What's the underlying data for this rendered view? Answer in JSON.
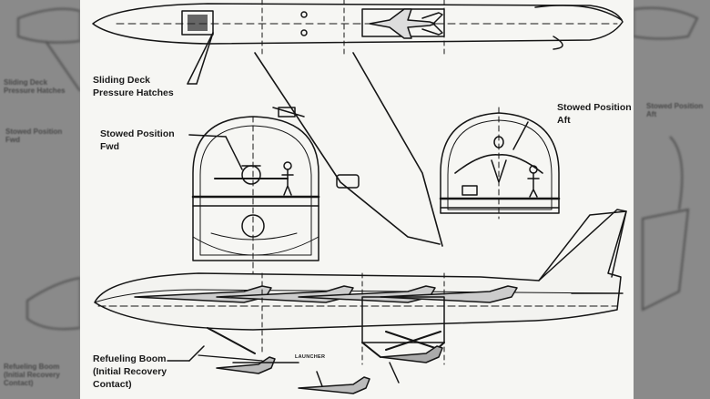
{
  "diagram": {
    "labels": {
      "sliding_deck": "Sliding Deck",
      "pressure_hatches": "Pressure Hatches",
      "stowed_fwd_line1": "Stowed Position",
      "stowed_fwd_line2": "Fwd",
      "stowed_aft_line1": "Stowed Position",
      "stowed_aft_line2": "Aft",
      "refueling_boom": "Refueling Boom",
      "initial_recovery_1": "(Initial Recovery",
      "initial_recovery_2": "Contact)",
      "launcher": "LAUNCHER"
    },
    "ghost_labels": {
      "left_1": "Sliding Deck\nPressure Hatches",
      "left_2": "Stowed Position\nFwd",
      "left_3": "Refueling Boom\n(Initial Recovery\nContact)",
      "right_1": "Stowed Position\nAft"
    }
  }
}
